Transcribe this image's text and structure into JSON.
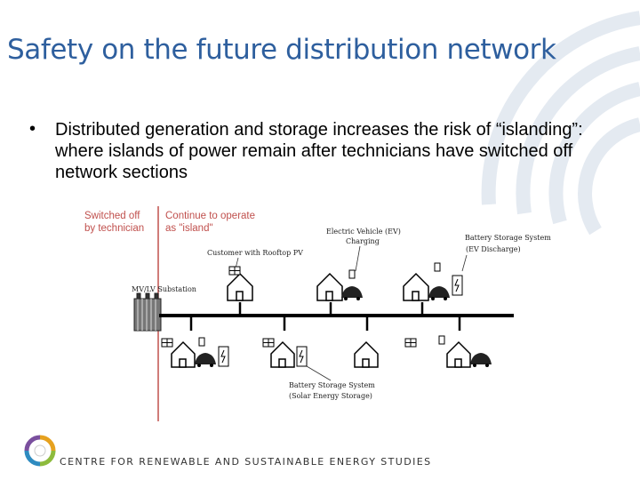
{
  "slide": {
    "title": "Safety on the future distribution network",
    "bullet_symbol": "•",
    "bullet_text": "Distributed generation and storage increases the risk of “islanding”: where islands of power remain after technicians have switched off network sections"
  },
  "diagram": {
    "left_annotation": [
      "Switched off",
      "by technician"
    ],
    "right_annotation": [
      "Continue to operate",
      "as \"island\""
    ],
    "labels": {
      "ev": [
        "Electric Vehicle (EV)",
        "Charging"
      ],
      "battery_top": [
        "Battery Storage System",
        "(EV Discharge)"
      ],
      "rooftop_pv": "Customer with Rooftop PV",
      "substation": "MV/LV Substation",
      "battery_bottom": [
        "Battery Storage System",
        "(Solar Energy Storage)"
      ]
    }
  },
  "footer": {
    "text": "CENTRE FOR RENEWABLE AND SUSTAINABLE ENERGY STUDIES"
  },
  "colors": {
    "title": "#2e5f9e",
    "annotation": "#c0504d",
    "divider": "#c0504d",
    "decoration": "#dfe6ee"
  }
}
